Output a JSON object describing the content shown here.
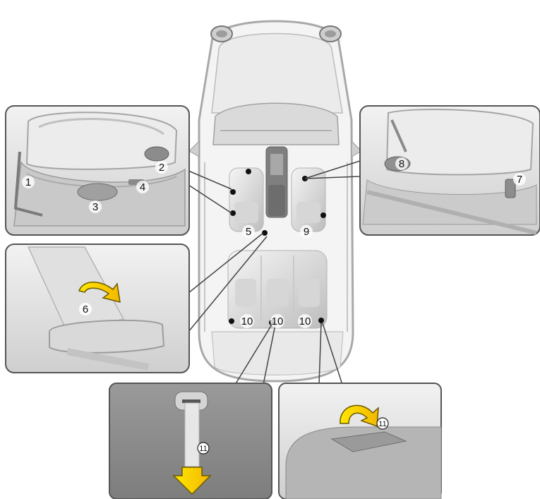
{
  "callouts": {
    "c1": "1",
    "c2": "2",
    "c3": "3",
    "c4": "4",
    "c5": "5",
    "c6": "6",
    "c7": "7",
    "c8": "8",
    "c9": "9",
    "c10a": "10",
    "c10b": "10",
    "c10c": "10",
    "c11a": "11",
    "c11b": "11"
  },
  "colors": {
    "panel_border": "#555555",
    "panel_fill": "#e6e6e6",
    "seat_shade": "#c9c9c9",
    "arrow_yellow": "#ffd400",
    "arrow_outline": "#6b5a00"
  }
}
